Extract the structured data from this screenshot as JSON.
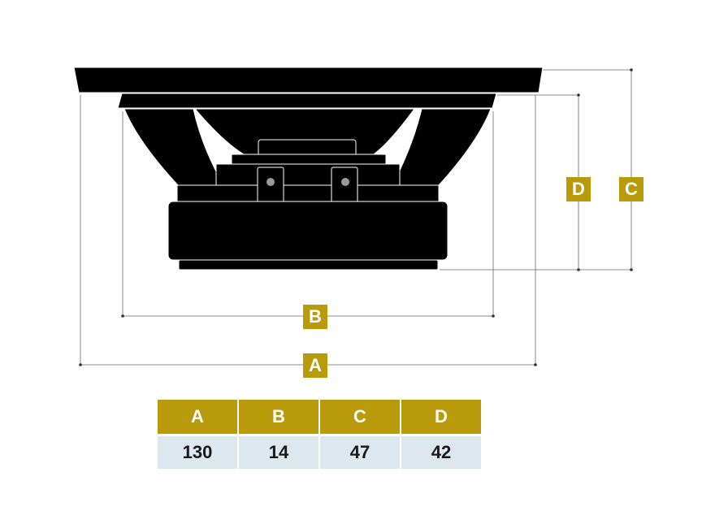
{
  "diagram": {
    "labels": {
      "a": "A",
      "b": "B",
      "c": "C",
      "d": "D"
    },
    "colors": {
      "accent": "#b99a0b",
      "speaker": "#000000",
      "line": "#555555"
    }
  },
  "table": {
    "headers": [
      "A",
      "B",
      "C",
      "D"
    ],
    "values": [
      "130",
      "14",
      "47",
      "42"
    ],
    "colors": {
      "header_bg": "#b99a0b",
      "cell_bg": "#dde7ee"
    }
  }
}
